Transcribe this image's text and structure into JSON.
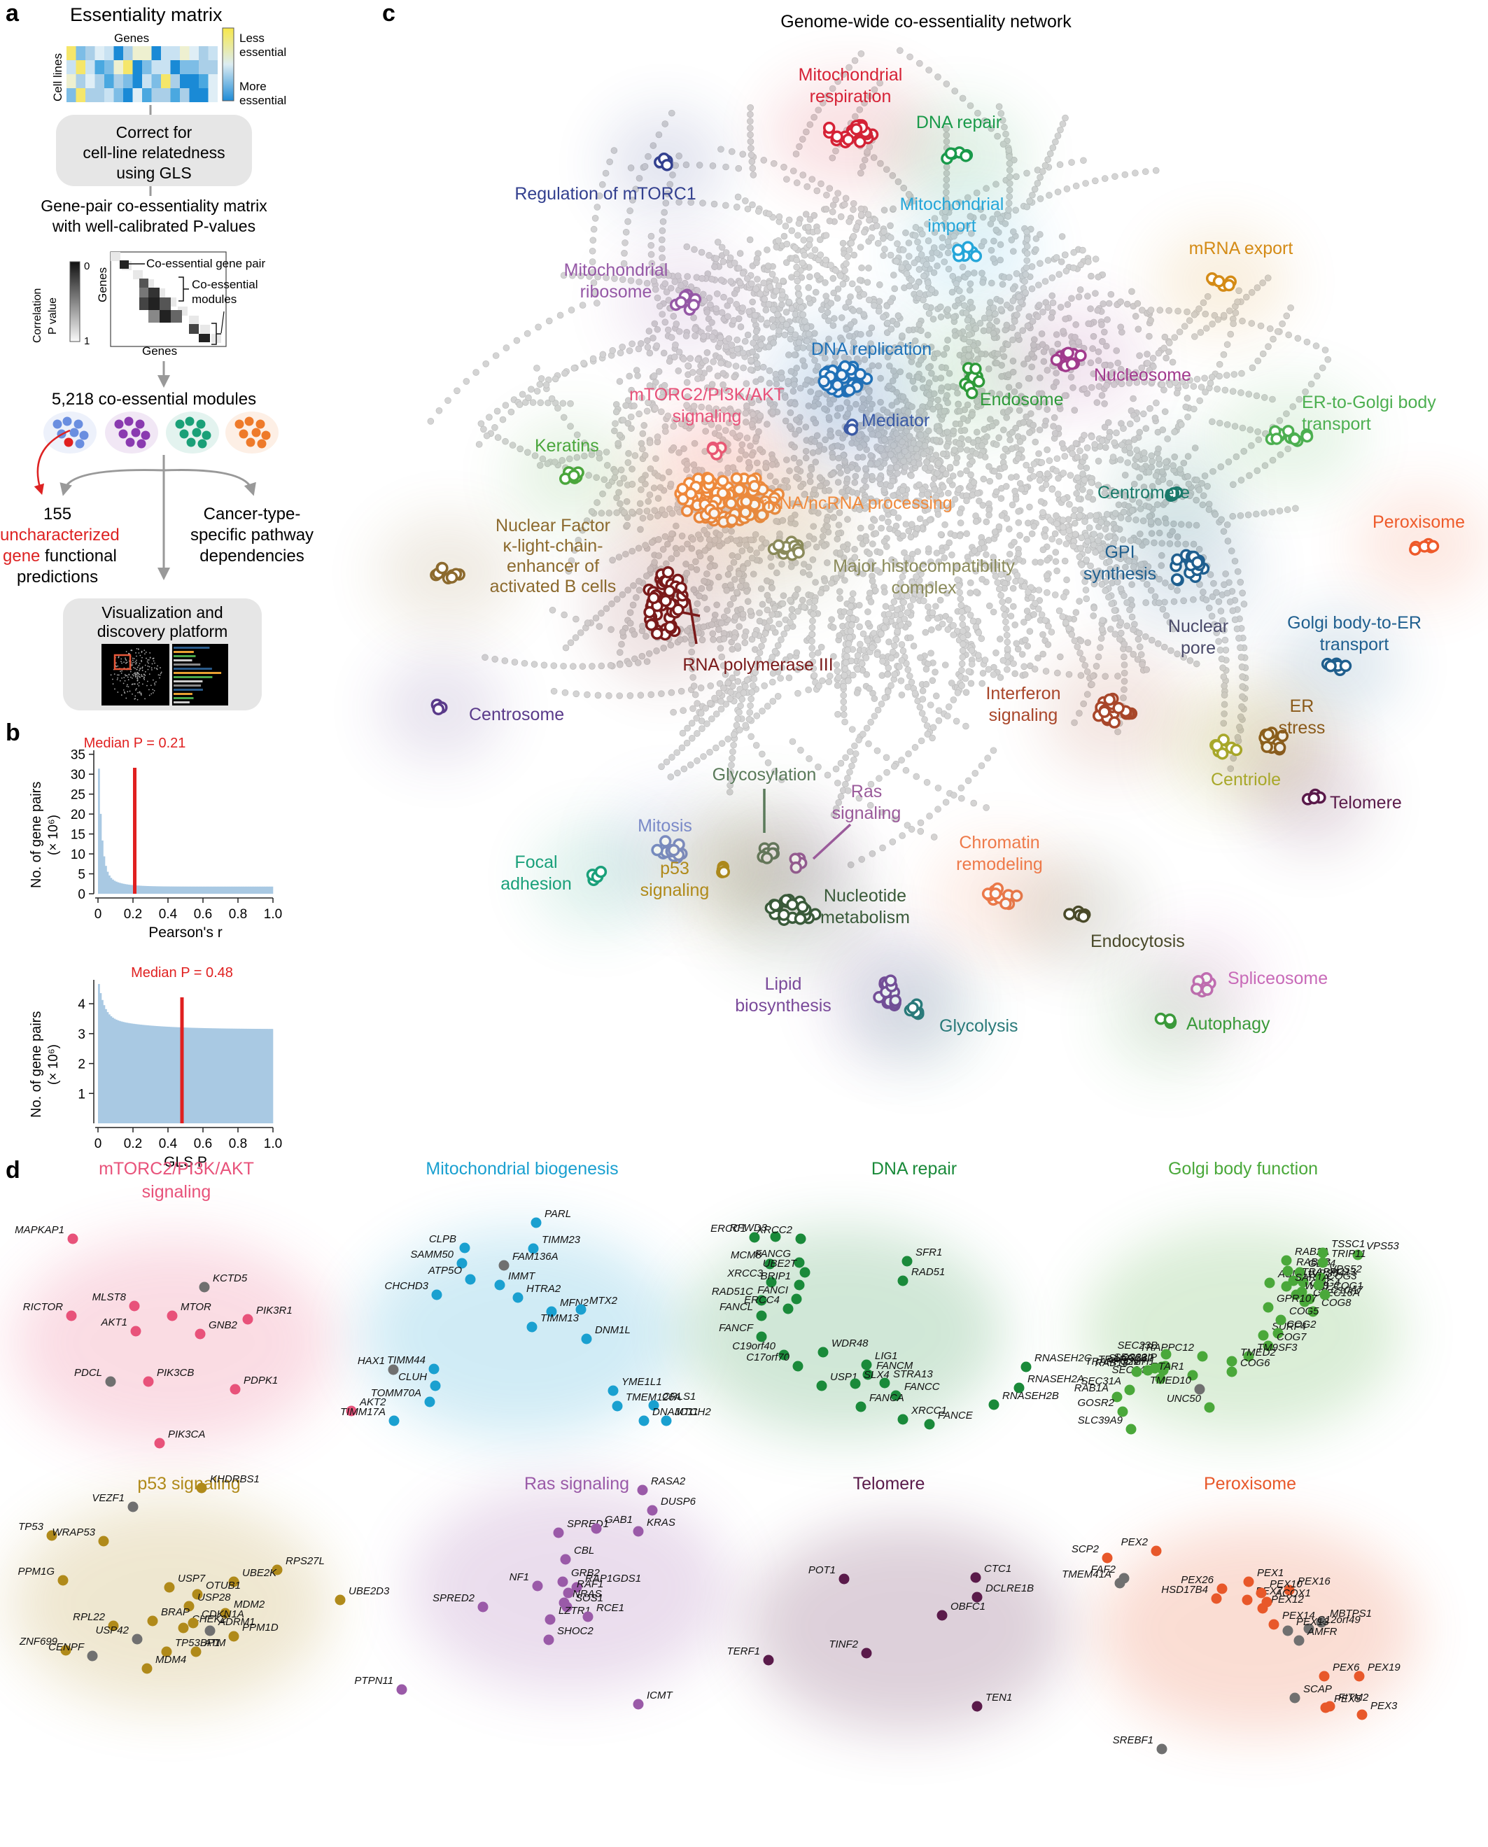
{
  "panels": {
    "a": "a",
    "b": "b",
    "c": "c",
    "d": "d"
  },
  "a": {
    "title": "Essentiality matrix",
    "genes": "Genes",
    "cell_lines": "Cell lines",
    "less1": "Less",
    "less2": "essential",
    "more1": "More",
    "more2": "essential",
    "box1": [
      "Correct for",
      "cell-line relatedness",
      "using GLS"
    ],
    "pair_title": [
      "Gene-pair co-essentiality matrix",
      "with well-calibrated P-values"
    ],
    "corr_label": "Correlation",
    "pval_label": "P value",
    "scale0": "0",
    "scale1": "1",
    "genes_y": "Genes",
    "genes_x": "Genes",
    "pair_note": "Co-essential gene pair",
    "module_note": [
      "Co-essential",
      "modules"
    ],
    "modules_count": "5,218 co-essential modules",
    "left_out": [
      "155",
      "uncharacterized",
      "gene functional",
      "predictions"
    ],
    "right_out": [
      "Cancer-type-",
      "specific pathway",
      "dependencies"
    ],
    "platform": [
      "Visualization and",
      "discovery platform"
    ]
  },
  "b": {
    "top": {
      "median_label": "Median P = 0.21",
      "median": 0.21,
      "ylabel": "No. of gene pairs",
      "yunit": "(× 10⁶)",
      "xlabel": "Pearson's r",
      "yticks": [
        "0",
        "5",
        "10",
        "15",
        "20",
        "25",
        "30",
        "35"
      ],
      "xticks": [
        "0",
        "0.2",
        "0.4",
        "0.6",
        "0.8",
        "1.0"
      ]
    },
    "bottom": {
      "median_label": "Median P = 0.48",
      "median": 0.48,
      "ylabel": "No. of gene pairs",
      "yunit": "(× 10⁶)",
      "xlabel": "GLS P",
      "yticks": [
        "1",
        "2",
        "3",
        "4"
      ],
      "xticks": [
        "0",
        "0.2",
        "0.4",
        "0.6",
        "0.8",
        "1.0"
      ]
    }
  },
  "c": {
    "title": "Genome-wide co-essentiality network",
    "modules": [
      {
        "name": "mito-resp",
        "lines": [
          "Mitochondrial",
          "respiration"
        ],
        "color": "#d62236"
      },
      {
        "name": "dna-repair",
        "lines": [
          "DNA repair"
        ],
        "color": "#1a9a4a"
      },
      {
        "name": "mtorc1",
        "lines": [
          "Regulation of mTORC1"
        ],
        "color": "#33408f"
      },
      {
        "name": "mito-import",
        "lines": [
          "Mitochondrial",
          "import"
        ],
        "color": "#25a6d9"
      },
      {
        "name": "mrna-export",
        "lines": [
          "mRNA export"
        ],
        "color": "#d48b16"
      },
      {
        "name": "mito-ribosome",
        "lines": [
          "Mitochondrial",
          "ribosome"
        ],
        "color": "#9558a6"
      },
      {
        "name": "dna-replication",
        "lines": [
          "DNA replication"
        ],
        "color": "#1f72b8"
      },
      {
        "name": "nucleosome",
        "lines": [
          "Nucleosome"
        ],
        "color": "#a23a8e"
      },
      {
        "name": "mtorc2",
        "lines": [
          "mTORC2/PI3K/AKT",
          "signaling"
        ],
        "color": "#e8527a"
      },
      {
        "name": "mediator",
        "lines": [
          "Mediator"
        ],
        "color": "#3a5aa6"
      },
      {
        "name": "endosome",
        "lines": [
          "Endosome"
        ],
        "color": "#2e9a3a"
      },
      {
        "name": "er-golgi",
        "lines": [
          "ER-to-Golgi body",
          "transport"
        ],
        "color": "#4caf50"
      },
      {
        "name": "keratins",
        "lines": [
          "Keratins"
        ],
        "color": "#4aa63c"
      },
      {
        "name": "rrna",
        "lines": [
          "rRNA/ncRNA processing"
        ],
        "color": "#f08a3c"
      },
      {
        "name": "centromere",
        "lines": [
          "Centromere"
        ],
        "color": "#1a7a6a"
      },
      {
        "name": "peroxisome",
        "lines": [
          "Peroxisome"
        ],
        "color": "#ee5a2a"
      },
      {
        "name": "nfkb",
        "lines": [
          "Nuclear Factor",
          "κ-light-chain-",
          "enhancer of",
          "activated B cells"
        ],
        "color": "#8c6a2e"
      },
      {
        "name": "mhc",
        "lines": [
          "Major histocompatibility",
          "complex"
        ],
        "color": "#8a8a5a"
      },
      {
        "name": "gpi",
        "lines": [
          "GPI",
          "synthesis"
        ],
        "color": "#1f5f8f"
      },
      {
        "name": "nuclear-pore",
        "lines": [
          "Nuclear",
          "pore"
        ],
        "color": "#4a4a6a"
      },
      {
        "name": "golgi-er",
        "lines": [
          "Golgi body-to-ER",
          "transport"
        ],
        "color": "#1f5f8f"
      },
      {
        "name": "rnapol3",
        "lines": [
          "RNA polymerase III"
        ],
        "color": "#7a1a1a"
      },
      {
        "name": "centrosome",
        "lines": [
          "Centrosome"
        ],
        "color": "#5a3a8a"
      },
      {
        "name": "interferon",
        "lines": [
          "Interferon",
          "signaling"
        ],
        "color": "#a8462a"
      },
      {
        "name": "er-stress",
        "lines": [
          "ER",
          "stress"
        ],
        "color": "#8a5a1a"
      },
      {
        "name": "centriole",
        "lines": [
          "Centriole"
        ],
        "color": "#a8a82a"
      },
      {
        "name": "telomere",
        "lines": [
          "Telomere"
        ],
        "color": "#5a1a4a"
      },
      {
        "name": "glycosylation",
        "lines": [
          "Glycosylation"
        ],
        "color": "#5a7a5a"
      },
      {
        "name": "ras",
        "lines": [
          "Ras",
          "signaling"
        ],
        "color": "#9a5a9a"
      },
      {
        "name": "mitosis",
        "lines": [
          "Mitosis"
        ],
        "color": "#7a8ac8"
      },
      {
        "name": "focal",
        "lines": [
          "Focal",
          "adhesion"
        ],
        "color": "#1aa07a"
      },
      {
        "name": "p53",
        "lines": [
          "p53",
          "signaling"
        ],
        "color": "#b08a1a"
      },
      {
        "name": "chromatin",
        "lines": [
          "Chromatin",
          "remodeling"
        ],
        "color": "#ee7a4a"
      },
      {
        "name": "nucleotide",
        "lines": [
          "Nucleotide",
          "metabolism"
        ],
        "color": "#3a5a3a"
      },
      {
        "name": "endocytosis",
        "lines": [
          "Endocytosis"
        ],
        "color": "#4a4a2a"
      },
      {
        "name": "lipid",
        "lines": [
          "Lipid",
          "biosynthesis"
        ],
        "color": "#7a4a9a"
      },
      {
        "name": "spliceosome",
        "lines": [
          "Spliceosome"
        ],
        "color": "#c86ab8"
      },
      {
        "name": "glycolysis",
        "lines": [
          "Glycolysis"
        ],
        "color": "#2a7a7a"
      },
      {
        "name": "autophagy",
        "lines": [
          "Autophagy"
        ],
        "color": "#3a9a3a"
      }
    ]
  },
  "d": {
    "subpanels": [
      {
        "title": [
          "mTORC2/PI3K/AKT",
          "signaling"
        ],
        "color": "#e8527a",
        "genes": [
          "MAPKAP1",
          "KCTD5",
          "RICTOR",
          "MLST8",
          "MTOR",
          "PIK3R1",
          "AKT1",
          "GNB2",
          "PDCL",
          "PIK3CB",
          "PDPK1",
          "AKT2",
          "PIK3CA"
        ]
      },
      {
        "title": [
          "Mitochondrial biogenesis"
        ],
        "color": "#1aa0d0",
        "genes": [
          "PARL",
          "CLPB",
          "TIMM23",
          "SAMM50",
          "FAM136A",
          "ATP5O",
          "IMMT",
          "CHCHD3",
          "HTRA2",
          "MFN2",
          "MTX2",
          "TIMM13",
          "DNM1L",
          "HAX1",
          "TIMM44",
          "CLUH",
          "TOMM70A",
          "TIMM17A",
          "YME1L1",
          "TMEM126A",
          "CRLS1",
          "DNAJC11",
          "MTCH2"
        ]
      },
      {
        "title": [
          "DNA repair"
        ],
        "color": "#1a8a3a",
        "genes": [
          "ERCC1",
          "RFWD3",
          "XRCC2",
          "MCM8",
          "FANCG",
          "UBE2T",
          "SFR1",
          "XRCC3",
          "BRIP1",
          "RAD51",
          "RAD51C",
          "FANCI",
          "FANCL",
          "ERCC4",
          "FANCF",
          "C19orf40",
          "RNASEH2C",
          "WDR48",
          "LIG1",
          "C17orf70",
          "FANCM",
          "STRA13",
          "RNASEH2A",
          "USP1",
          "SLX4",
          "FANCC",
          "RNASEH2B",
          "FANCA",
          "XRCC1",
          "FANCE"
        ]
      },
      {
        "title": [
          "Golgi body function"
        ],
        "color": "#4aa83a",
        "genes": [
          "RAB2A",
          "TSSC1",
          "ASNA1",
          "RAB1B",
          "GET4",
          "VPS53",
          "TRAPPC13",
          "TRIP11",
          "COG4",
          "VPS54",
          "VPS52",
          "CLEC16A",
          "SLC10A7",
          "WRB",
          "COG8",
          "SAR1A",
          "GPR107",
          "COG1",
          "COG3",
          "TRAPPC12",
          "SURF4",
          "COG5",
          "COG2",
          "CNIH1",
          "SEC23B",
          "SLC35B2",
          "COG7",
          "TM9SF3",
          "TMED2",
          "COG6",
          "SEC23IP",
          "SEC24A",
          "TRAPPC2L",
          "PTAR1",
          "SEC31A",
          "TRAPPC4",
          "TMED10",
          "RAB1A",
          "RAB18",
          "UNC50",
          "GOSR2",
          "SLC39A9"
        ]
      },
      {
        "title": [
          "p53 signaling"
        ],
        "color": "#b08a1a",
        "genes": [
          "KHDRBS1",
          "VEZF1",
          "TP53",
          "WRAP53",
          "RPS27L",
          "PPM1G",
          "USP7",
          "UBE2K",
          "OTUB1",
          "USP28",
          "MDM2",
          "UBE2D3",
          "RPL22",
          "BRAP",
          "CHEK2",
          "CDKN1A",
          "USP42",
          "ADRM1",
          "ZNF699",
          "TP53BP1",
          "ATM",
          "PPM1D",
          "CENPF",
          "MDM4"
        ]
      },
      {
        "title": [
          "Ras signaling"
        ],
        "color": "#9a5aa8",
        "genes": [
          "RASA2",
          "DUSP6",
          "SPRED1",
          "GAB1",
          "KRAS",
          "CBL",
          "NF1",
          "GRB2",
          "RAP1GDS1",
          "RAF1",
          "SPRED2",
          "NRAS",
          "SOS1",
          "LZTR1",
          "RCE1",
          "SHOC2",
          "PTPN11",
          "ICMT"
        ]
      },
      {
        "title": [
          "Telomere"
        ],
        "color": "#5a1a4a",
        "genes": [
          "POT1",
          "CTC1",
          "DCLRE1B",
          "OBFC1",
          "TERF1",
          "TINF2",
          "TEN1"
        ]
      },
      {
        "title": [
          "Peroxisome"
        ],
        "color": "#e8582a",
        "genes": [
          "SCP2",
          "PEX2",
          "FAF2",
          "TMEM41A",
          "PEX1",
          "PEX16",
          "PEX26",
          "PEX7",
          "PEX10",
          "HSD17B4",
          "PEX12",
          "ACOX1",
          "MBTPS1",
          "PEX14",
          "C12orf49",
          "PEX13",
          "AMFR",
          "PEX6",
          "PEX19",
          "SCAP",
          "FITM2",
          "PEX5",
          "PEX3",
          "SREBF1"
        ]
      }
    ]
  },
  "colors": {
    "red": "#e02020",
    "hist": "#a9c9e3",
    "box": "#e6e6e6",
    "arrow": "#999999",
    "gene_gray": "#707070"
  }
}
